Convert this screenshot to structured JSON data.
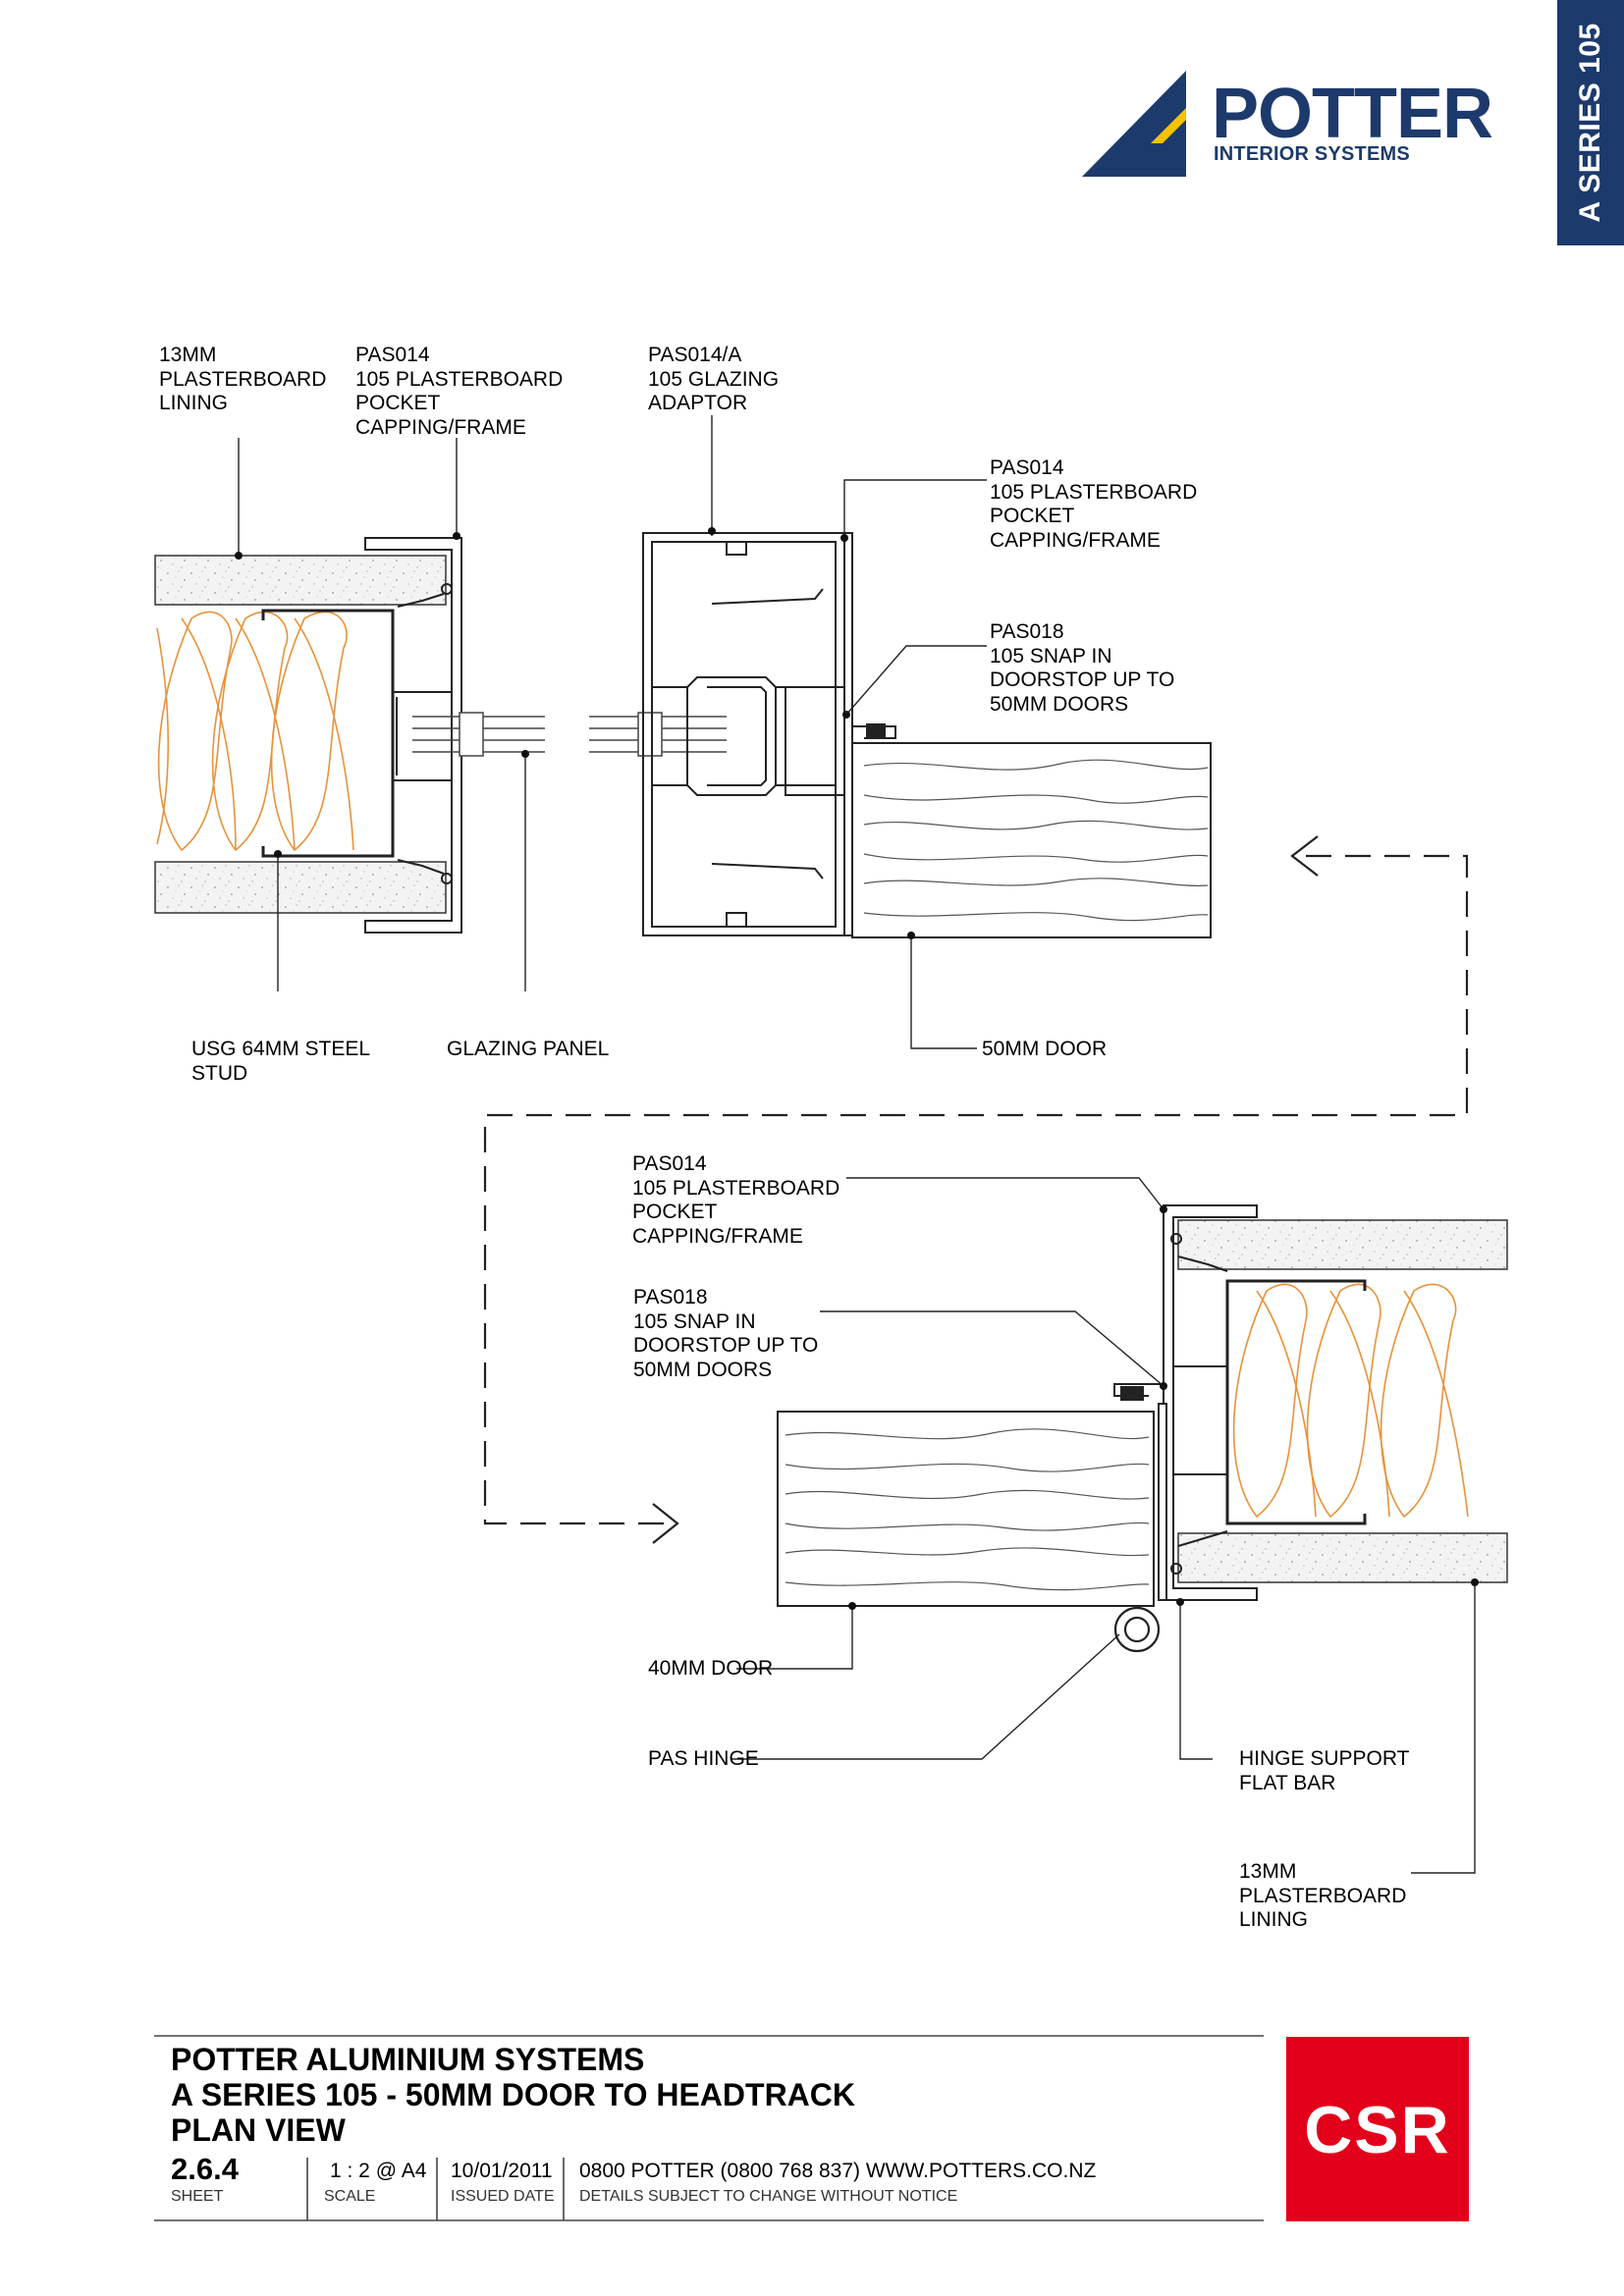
{
  "header": {
    "series_tab": "A SERIES 105",
    "logo_name": "POTTER",
    "logo_subtitle": "INTERIOR SYSTEMS",
    "colors": {
      "navy": "#1d3a6c",
      "yellow": "#f3c300",
      "insulation": "#e8923a",
      "csr_red": "#e2001a"
    }
  },
  "labels": {
    "plasterboard_top": "13MM\nPLASTERBOARD\nLINING",
    "capping_left": "PAS014\n105 PLASTERBOARD\nPOCKET\nCAPPING/FRAME",
    "glazing_adaptor": "PAS014/A\n105 GLAZING\nADAPTOR",
    "capping_right": "PAS014\n105 PLASTERBOARD\nPOCKET\nCAPPING/FRAME",
    "doorstop_top": "PAS018\n105 SNAP IN\nDOORSTOP UP TO\n50MM DOORS",
    "steel_stud": "USG 64MM STEEL\nSTUD",
    "glazing_panel": "GLAZING PANEL",
    "door_50": "50MM DOOR",
    "capping_lower": "PAS014\n105 PLASTERBOARD\nPOCKET\nCAPPING/FRAME",
    "doorstop_lower": "PAS018\n105 SNAP IN\nDOORSTOP UP TO\n50MM DOORS",
    "door_40": "40MM DOOR",
    "hinge": "PAS HINGE",
    "hinge_support": "HINGE SUPPORT\nFLAT BAR",
    "plasterboard_bottom": "13MM\nPLASTERBOARD\nLINING"
  },
  "title_block": {
    "company": "POTTER ALUMINIUM SYSTEMS",
    "title": "A SERIES 105 - 50MM DOOR TO HEADTRACK",
    "view": "PLAN VIEW",
    "sheet_value": "2.6.4",
    "sheet_caption": "SHEET",
    "scale_value": "1 : 2 @ A4",
    "scale_caption": "SCALE",
    "date_value": "10/01/2011",
    "date_caption": "ISSUED DATE",
    "contact": "0800 POTTER (0800 768 837) WWW.POTTERS.CO.NZ",
    "disclaimer": "DETAILS SUBJECT TO CHANGE WITHOUT NOTICE",
    "csr_logo": "CSR"
  }
}
